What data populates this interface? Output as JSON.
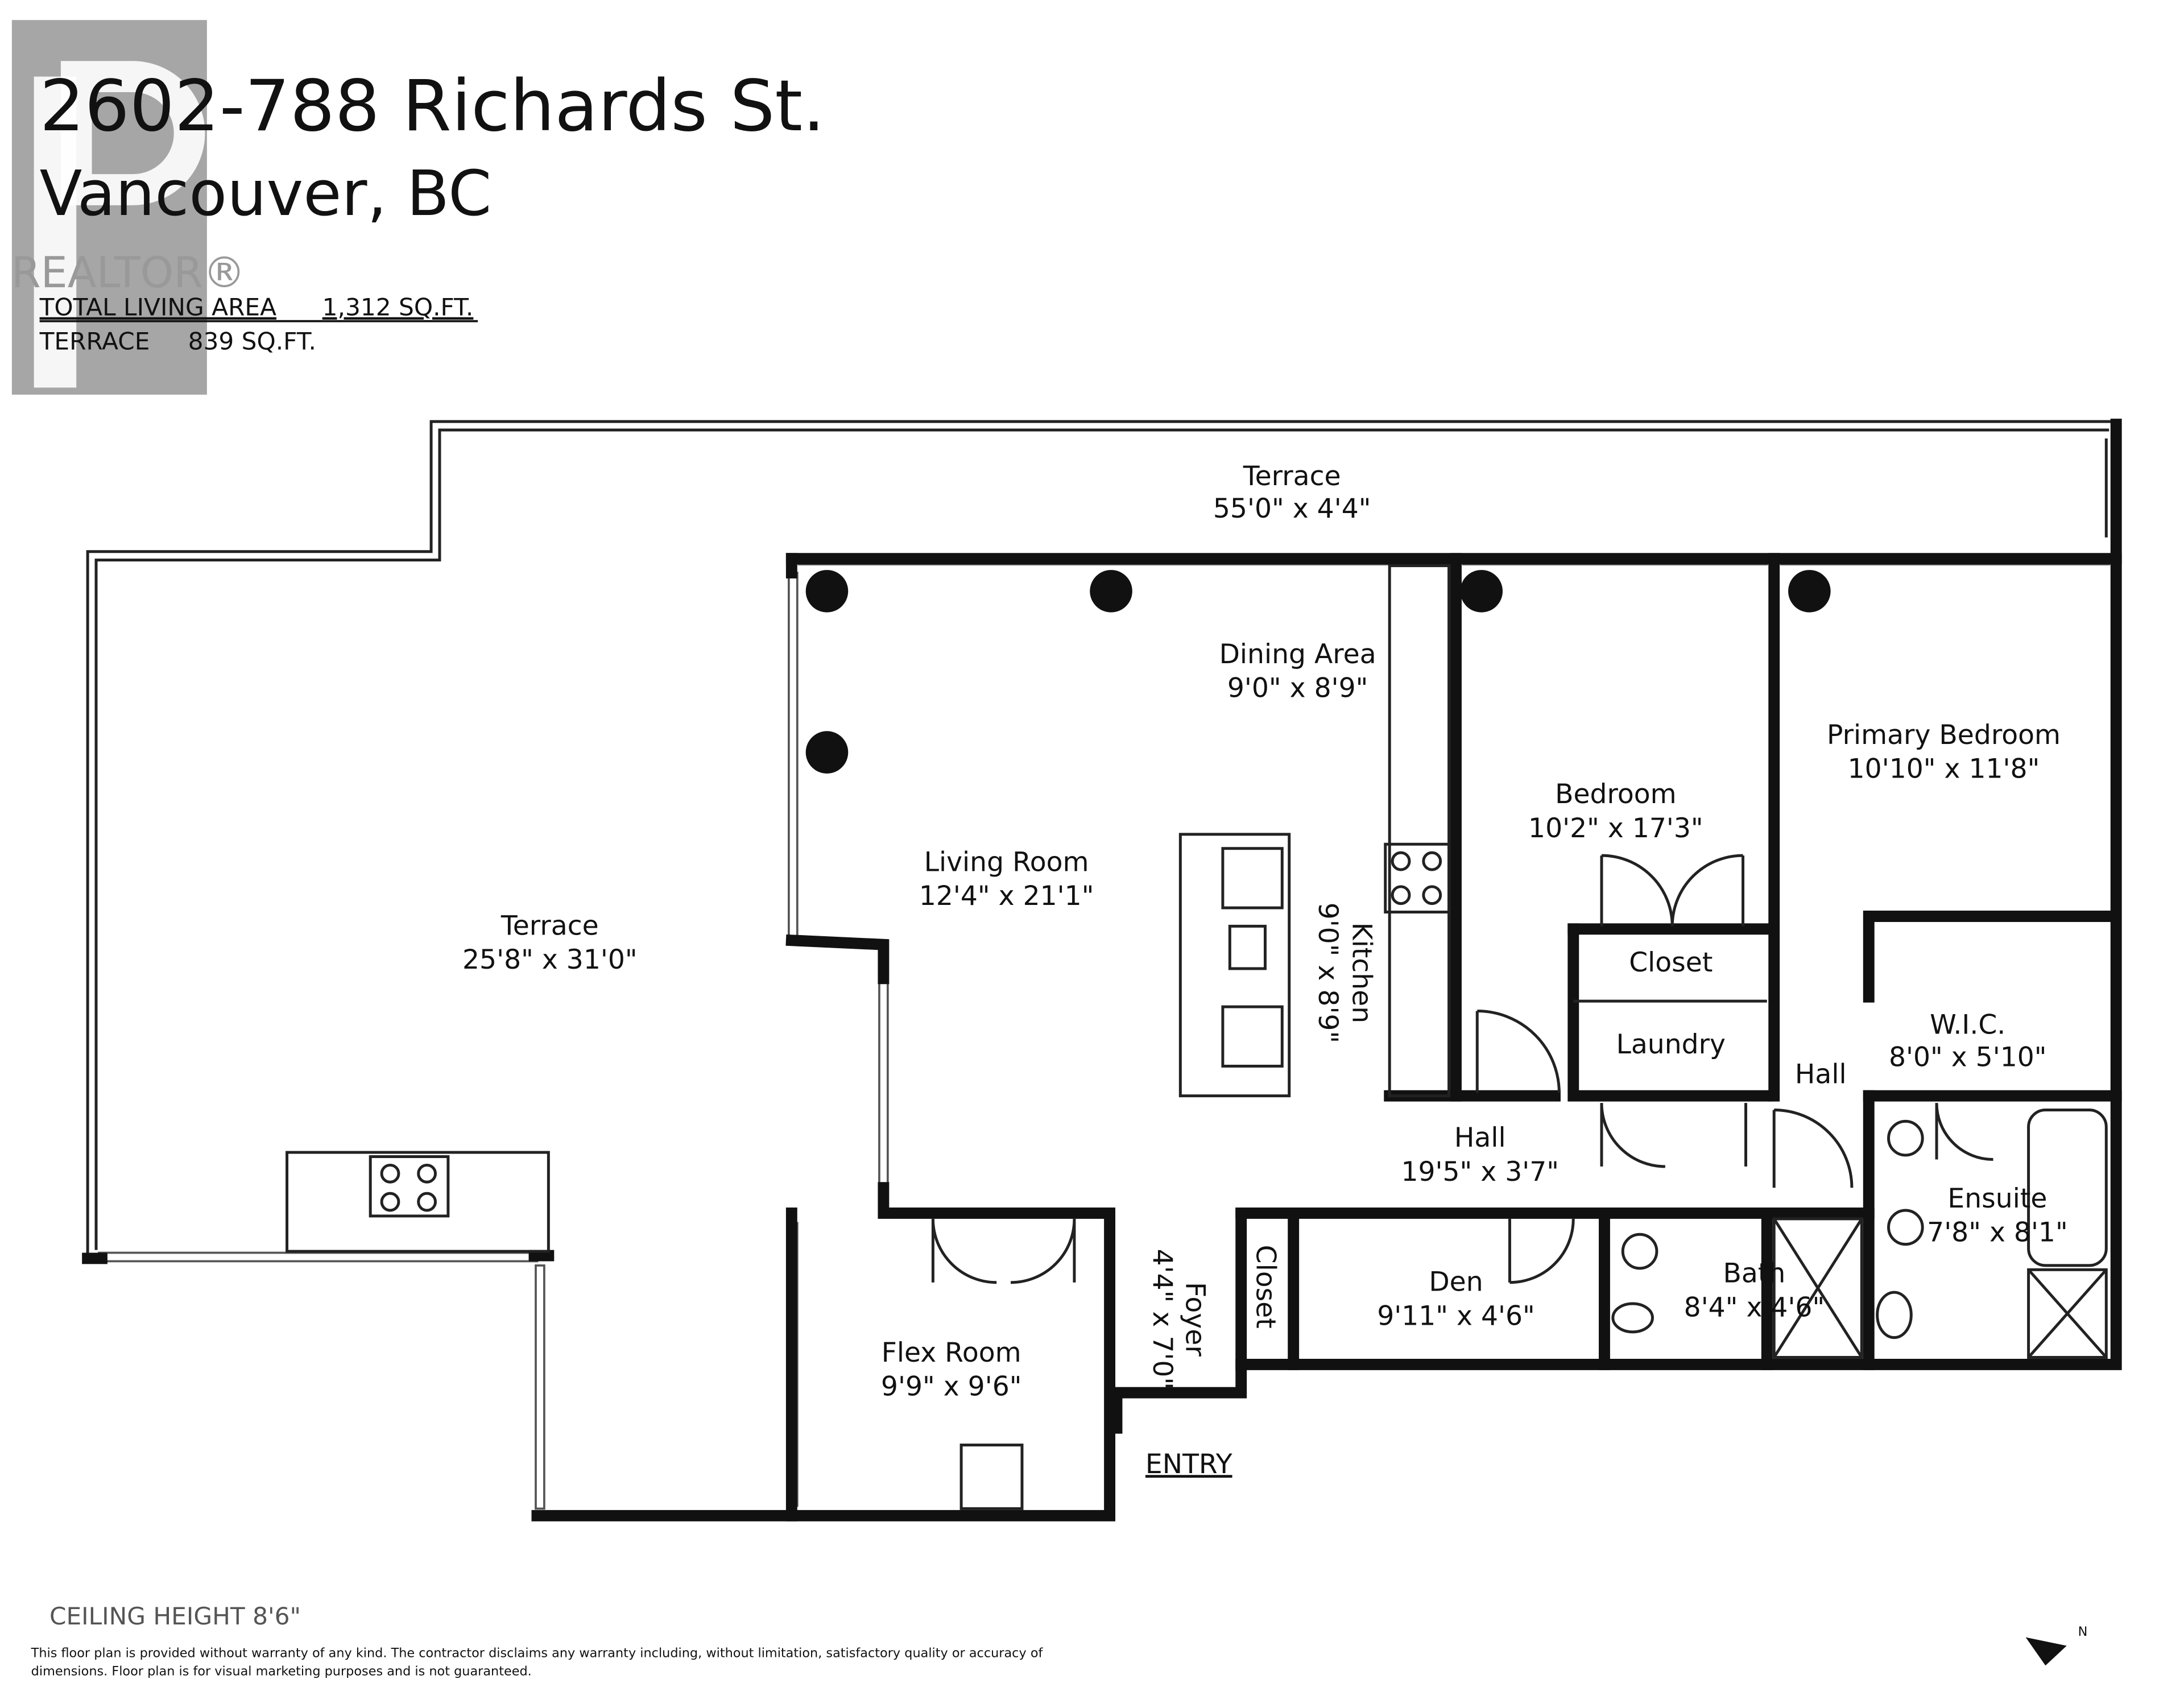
{
  "header": {
    "title": "2602-788 Richards St.",
    "subtitle": "Vancouver, BC",
    "logo_text": "REALTOR®",
    "total_living_area_label": "TOTAL LIVING AREA",
    "total_living_area_value": "1,312 SQ.FT.",
    "terrace_label": "TERRACE",
    "terrace_value": "839 SQ.FT."
  },
  "rooms": [
    {
      "name": "Terrace",
      "dims": "55'0\" x 4'4\""
    },
    {
      "name": "Terrace",
      "dims": "25'8\" x 31'0\""
    },
    {
      "name": "Dining Area",
      "dims": "9'0\" x 8'9\""
    },
    {
      "name": "Living Room",
      "dims": "12'4\" x 21'1\""
    },
    {
      "name": "Kitchen",
      "dims": "9'0\" x 8'9\""
    },
    {
      "name": "Bedroom",
      "dims": "10'2\" x 17'3\""
    },
    {
      "name": "Primary Bedroom",
      "dims": "10'10\" x 11'8\""
    },
    {
      "name": "Closet",
      "dims": ""
    },
    {
      "name": "Laundry",
      "dims": ""
    },
    {
      "name": "W.I.C.",
      "dims": "8'0\" x 5'10\""
    },
    {
      "name": "Hall",
      "dims": ""
    },
    {
      "name": "Hall",
      "dims": "19'5\" x 3'7\""
    },
    {
      "name": "Ensuite",
      "dims": "7'8\" x 8'1\""
    },
    {
      "name": "Den",
      "dims": "9'11\" x 4'6\""
    },
    {
      "name": "Bath",
      "dims": "8'4\" x 4'6\""
    },
    {
      "name": "Closet",
      "dims": ""
    },
    {
      "name": "Foyer",
      "dims": "4'4\" x 7'0\""
    },
    {
      "name": "Flex Room",
      "dims": "9'9\" x 9'6\""
    }
  ],
  "entry_label": "ENTRY",
  "footer": {
    "ceiling_height": "CEILING HEIGHT 8'6\"",
    "disclaimer_line1": "This floor plan is provided without warranty of any kind. The contractor disclaims any warranty including, without limitation, satisfactory quality or accuracy of",
    "disclaimer_line2": "dimensions. Floor plan is for visual marketing purposes and is not guaranteed."
  },
  "north_arrow_label": "N",
  "icons": [
    "realtor-logo",
    "north-arrow-icon",
    "column-icon",
    "stove-icon",
    "sink-icon",
    "toilet-icon",
    "bathtub-icon",
    "shower-icon",
    "door-swing-icon"
  ]
}
